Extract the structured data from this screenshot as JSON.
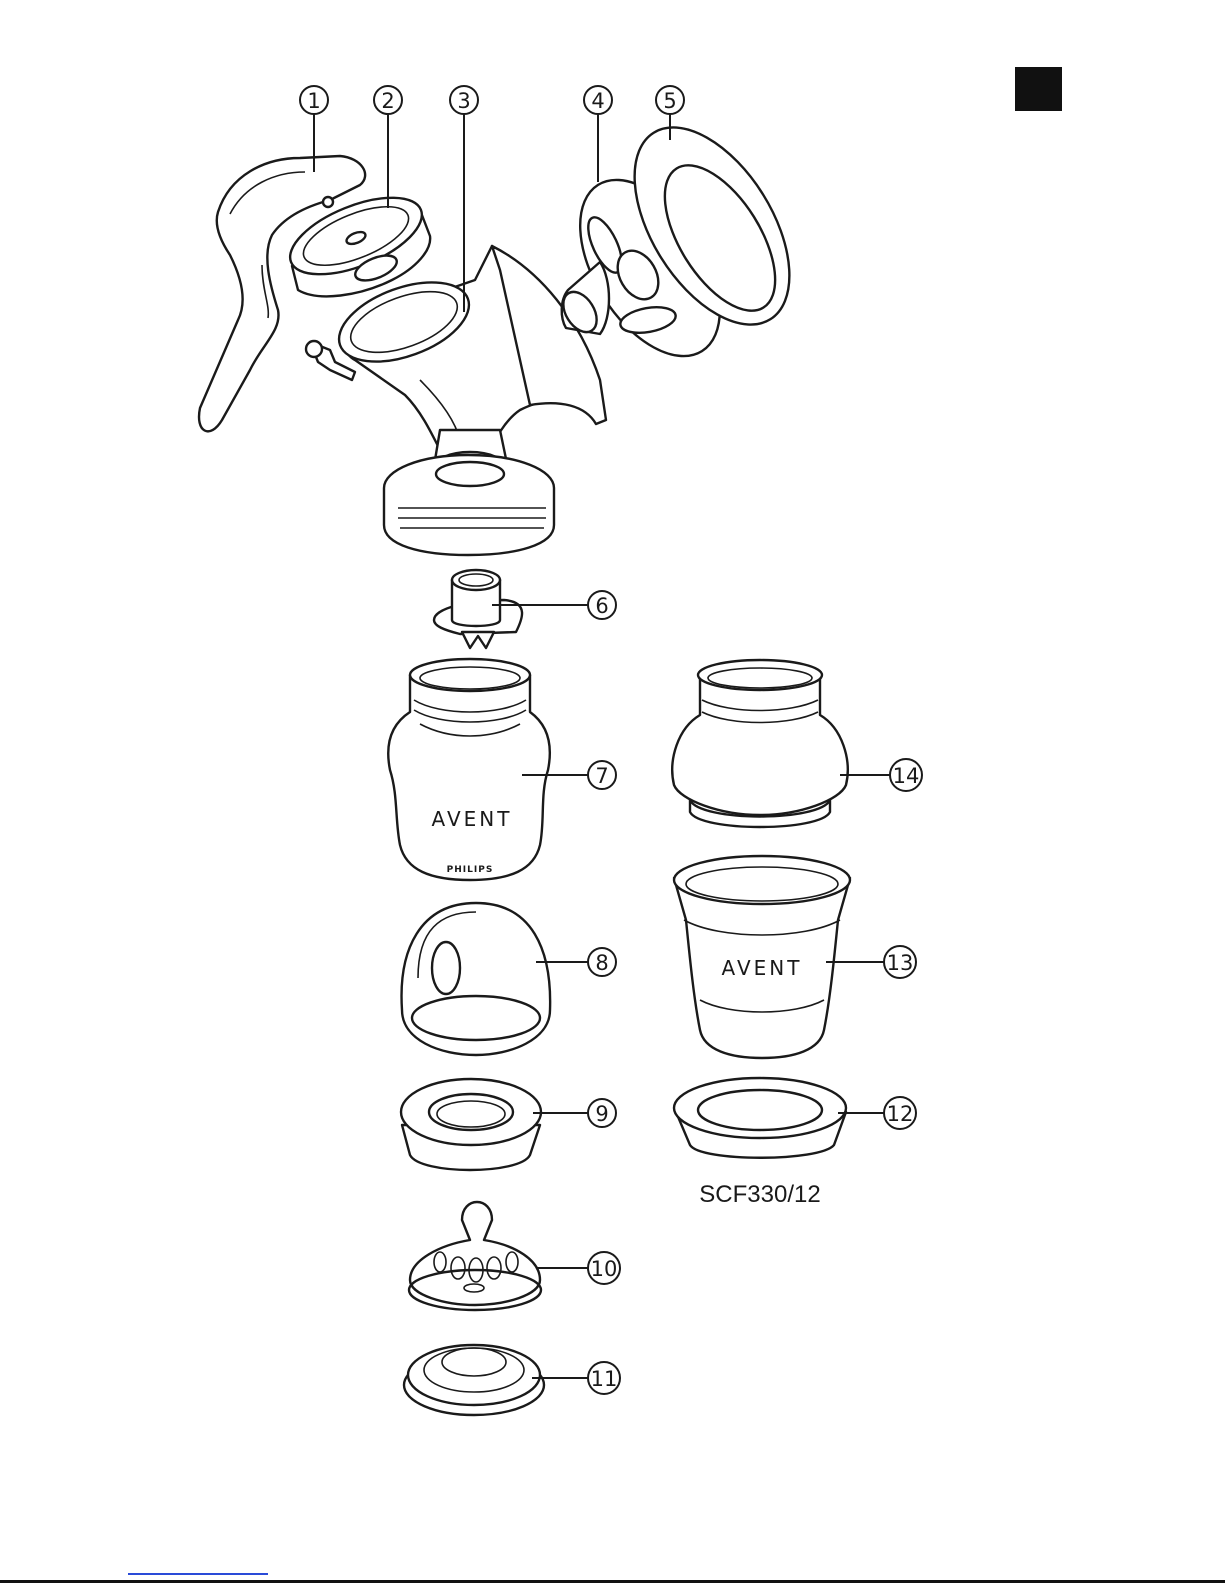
{
  "callouts": [
    "1",
    "2",
    "3",
    "4",
    "5",
    "6",
    "7",
    "8",
    "9",
    "10",
    "11",
    "12",
    "13",
    "14"
  ],
  "bottle_brand": "AVENT",
  "bottle_maker": "PHILIPS",
  "cup_brand": "AVENT",
  "model_number": "SCF330/12",
  "colors": {
    "line": "#1a1a1a",
    "tab": "#111111",
    "link": "#2a4bd8"
  }
}
